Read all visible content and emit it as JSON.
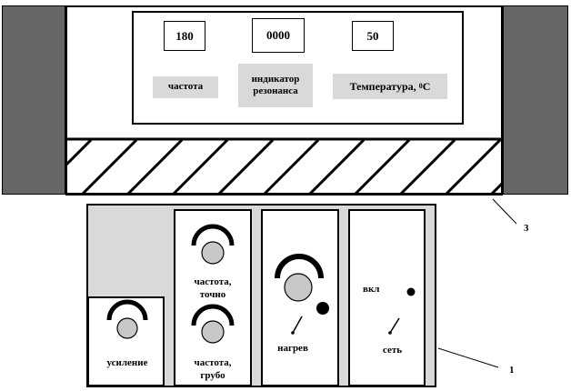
{
  "indicators": {
    "frequency_value": "180",
    "resonance_value": "0000",
    "temperature_value": "50"
  },
  "indicator_labels": {
    "frequency": "частота",
    "resonance_line1": "индикатор",
    "resonance_line2": "резонанса",
    "temperature": "Температура,",
    "temperature_unit_sup": "0",
    "temperature_unit": "C"
  },
  "controls": {
    "gain": "усиление",
    "freq_fine_line1": "частота,",
    "freq_fine_line2": "точно",
    "freq_coarse_line1": "частота,",
    "freq_coarse_line2": "грубо",
    "heating": "нагрев",
    "on_off": "вкл",
    "power": "сеть"
  },
  "callouts": {
    "label_3": "3",
    "label_1": "1"
  },
  "colors": {
    "dark_block": "#666666",
    "label_fill": "#d9d9d9",
    "knob_fill": "#c8c8c8",
    "lamp_fill": "#000000"
  }
}
